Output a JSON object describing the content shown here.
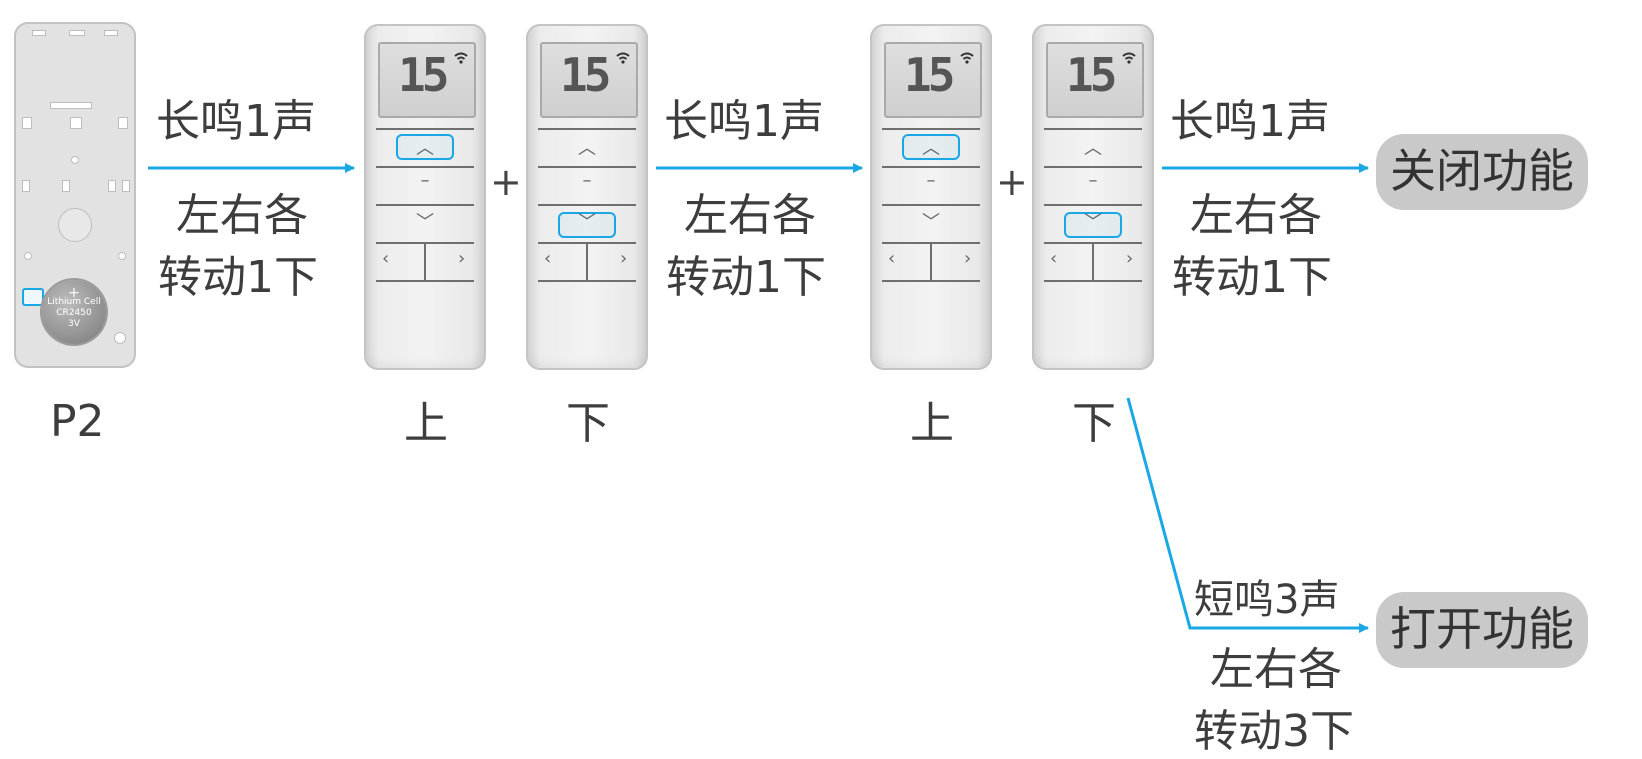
{
  "device_label": "P2",
  "battery": {
    "line1": "Lithium Cell",
    "line2": "CR2450",
    "line3": "3V"
  },
  "lcd": {
    "digits": "15",
    "signal_icon": "wifi-signal-icon"
  },
  "remote_glyphs": {
    "up": "︿",
    "stop": "–",
    "down": "﹀",
    "left": "‹",
    "right": "›"
  },
  "plus": "+",
  "steps": [
    {
      "top": "长鸣1声",
      "bottom1": "左右各",
      "bottom2": "转动1下"
    },
    {
      "top": "长鸣1声",
      "bottom1": "左右各",
      "bottom2": "转动1下"
    },
    {
      "top": "长鸣1声",
      "bottom1": "左右各",
      "bottom2": "转动1下"
    }
  ],
  "branch_step": {
    "top": "短鸣3声",
    "bottom1": "左右各",
    "bottom2": "转动3下"
  },
  "remote_labels": [
    "上",
    "下",
    "上",
    "下"
  ],
  "results": {
    "close": "关闭功能",
    "open": "打开功能"
  },
  "colors": {
    "arrow": "#1aa7e6",
    "highlight": "#1aa7e6",
    "pill": "#c9c9c9"
  }
}
